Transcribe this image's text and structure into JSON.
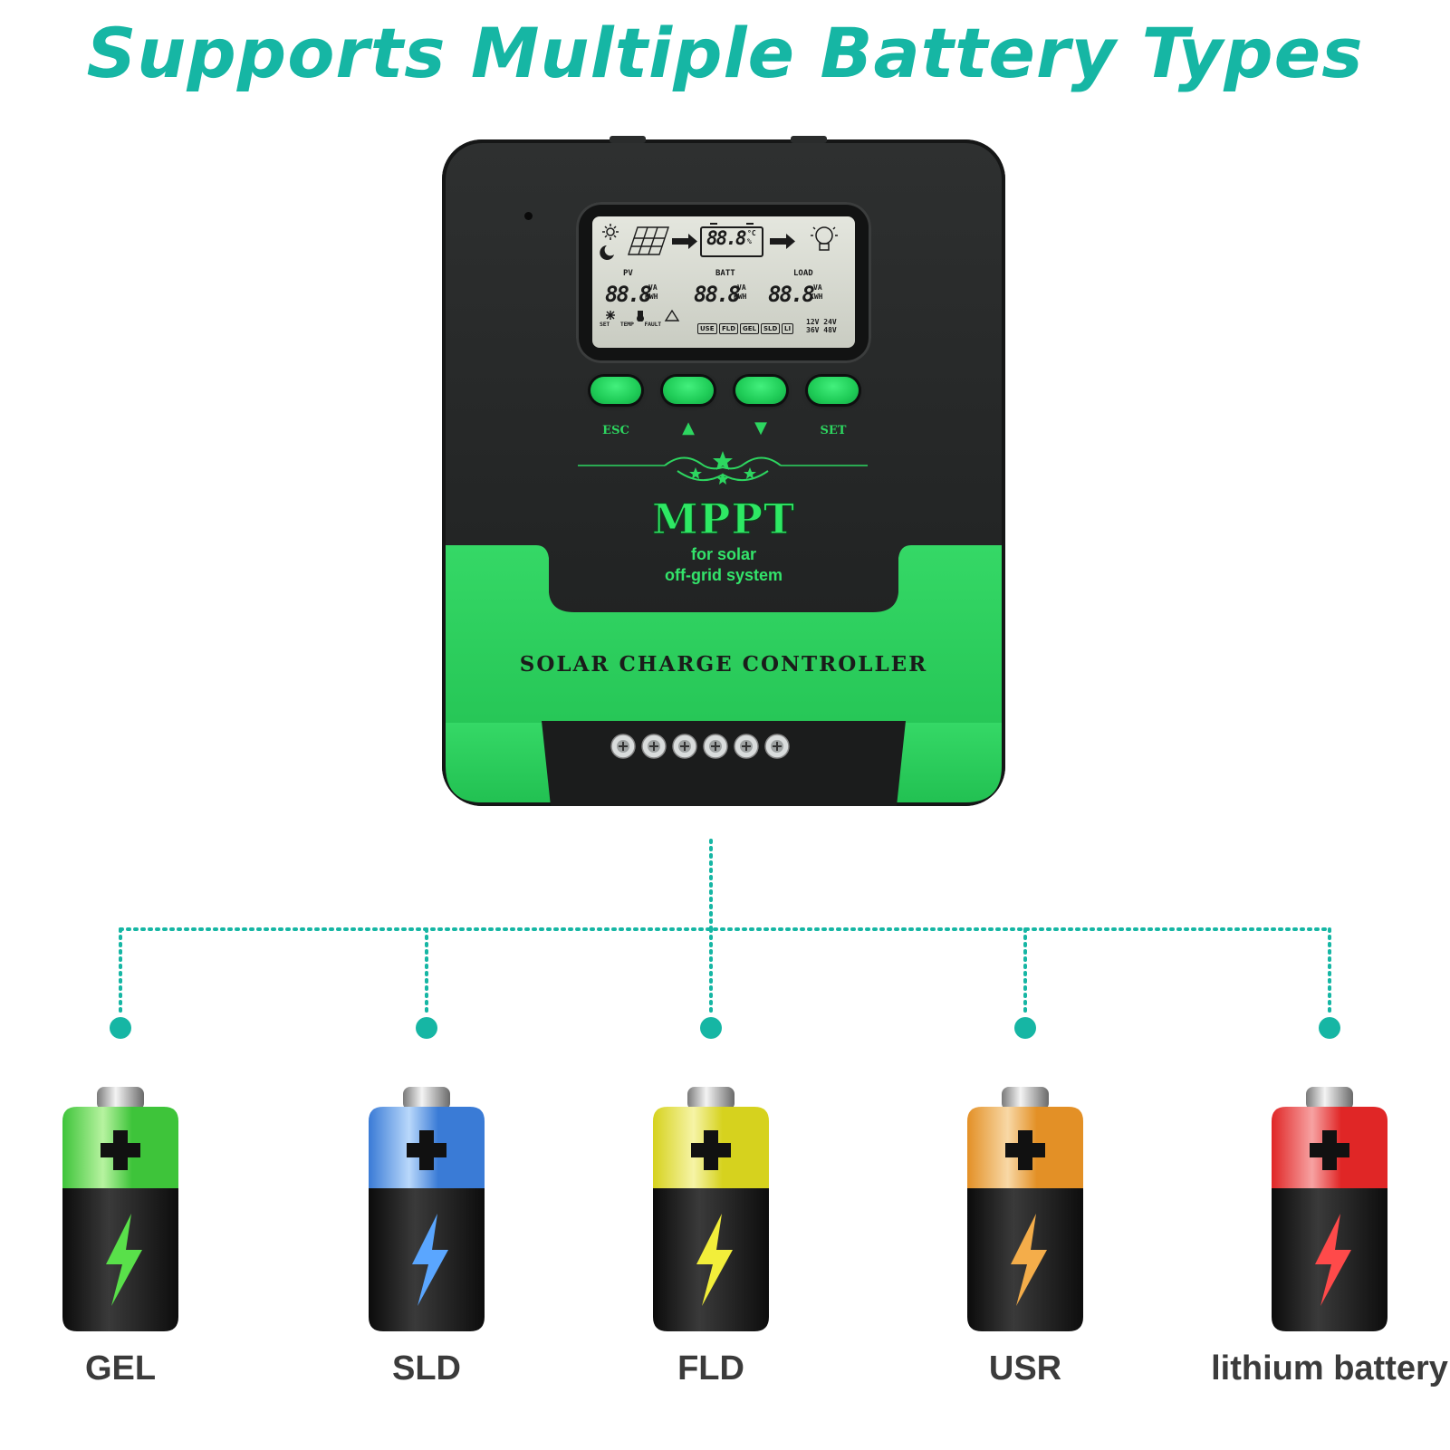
{
  "headline": "Supports Multiple Battery Types",
  "colors": {
    "teal": "#16b6a4",
    "controller_green": "#2bd55f",
    "controller_dark": "#232525"
  },
  "controller": {
    "lcd": {
      "top_reading": "88.8",
      "top_units": "°C %",
      "pv_label": "PV",
      "batt_label": "BATT",
      "load_label": "LOAD",
      "pv_value": "88.8",
      "batt_value": "88.8",
      "load_value": "88.8",
      "unit_line1": "VA",
      "unit_line2": "KWH",
      "status_icons": [
        "SET",
        "TEMP",
        "FAULT"
      ],
      "battery_modes": [
        "USE",
        "FLD",
        "GEL",
        "SLD",
        "LI"
      ],
      "system_voltages": "12V 24V 36V 48V"
    },
    "buttons": [
      {
        "label": "ESC",
        "icon": ""
      },
      {
        "label": "",
        "icon": "▲"
      },
      {
        "label": "",
        "icon": "▼"
      },
      {
        "label": "SET",
        "icon": ""
      }
    ],
    "brand": "MPPT",
    "sub_line1": "for solar",
    "sub_line2": "off-grid system",
    "model": "SOLAR CHARGE CONTROLLER",
    "terminal_count": 6
  },
  "batteries": [
    {
      "label": "GEL",
      "color": "#3ec43a",
      "light": "#b7f3a0",
      "bolt": "#59e04a"
    },
    {
      "label": "SLD",
      "color": "#3a7bd6",
      "light": "#b9d8fb",
      "bolt": "#5aa6ff"
    },
    {
      "label": "FLD",
      "color": "#d6d21e",
      "light": "#f6f4a6",
      "bolt": "#f2ee3a"
    },
    {
      "label": "USR",
      "color": "#e39026",
      "light": "#f8d8a6",
      "bolt": "#f4ad4a"
    },
    {
      "label": "lithium battery",
      "color": "#e02626",
      "light": "#f7a2a2",
      "bolt": "#ff4a4a"
    }
  ]
}
